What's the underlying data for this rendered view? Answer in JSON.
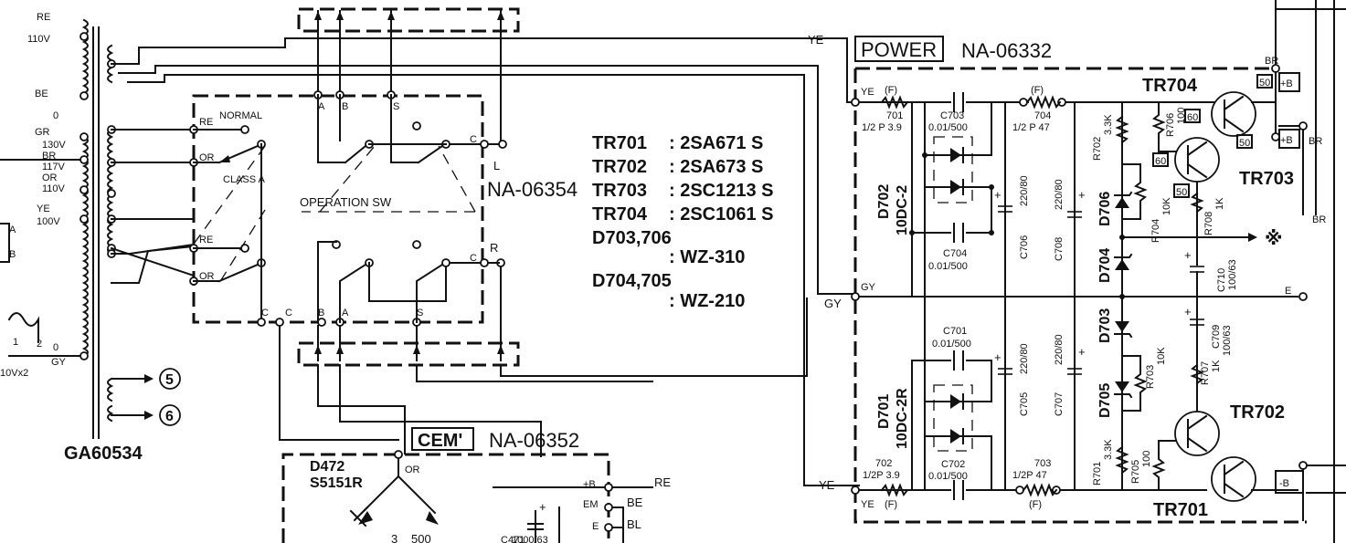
{
  "blocks": {
    "power_title": "POWER",
    "power_code": "NA-06332",
    "cem_title": "CEM'",
    "cem_code": "NA-06352",
    "switch_code": "NA-06354",
    "transformer_code": "GA60534"
  },
  "switch": {
    "normal": "NORMAL",
    "class_a": "CLASS A",
    "operation": "OPERATION SW",
    "channel_l": "L",
    "channel_r": "R",
    "pins": {
      "a": "A",
      "b": "B",
      "s": "S",
      "c": "C",
      "re": "RE",
      "or": "OR"
    }
  },
  "transformer_taps": {
    "re": "RE",
    "v110": "110V",
    "be": "BE",
    "zero": "0",
    "gr": "GR",
    "v130": "130V",
    "br": "BR",
    "v117": "117V",
    "or": "OR",
    "v110b": "110V",
    "ye": "YE",
    "v100": "100V",
    "a": "A",
    "b": "B",
    "one": "1",
    "two": "2",
    "zero2": "0",
    "gy": "GY",
    "v10x2": "10Vx2",
    "out5": "5",
    "out6": "6"
  },
  "parts_list": [
    {
      "name": "TR701",
      "value": ": 2SA671 S"
    },
    {
      "name": "TR702",
      "value": ": 2SA673 S"
    },
    {
      "name": "TR703",
      "value": ": 2SC1213 S"
    },
    {
      "name": "TR704",
      "value": ": 2SC1061 S"
    }
  ],
  "diode_list": [
    {
      "name": "D703,706",
      "value": ": WZ-310"
    },
    {
      "name": "D704,705",
      "value": ": WZ-210"
    }
  ],
  "wires": {
    "ye": "YE",
    "gy": "GY",
    "br": "BR",
    "e": "E",
    "pb": "+B",
    "mb": "-B",
    "f": "(F)",
    "re": "RE",
    "be": "BE",
    "bl": "BL",
    "em": "EM",
    "or": "OR",
    "asterisk": "※"
  },
  "power_components": {
    "r701": "701",
    "r701v": "1/2 P 3.9",
    "c703": "C703",
    "c703v": "0.01/500",
    "r704": "704",
    "r704v": "1/2 P 47",
    "d702": "D702",
    "d702t": "10DC-2",
    "c704": "C704",
    "c704v": "0.01/500",
    "c706": "C706",
    "c706v": "220/80",
    "c708": "C708",
    "c708v": "220/80",
    "r702": "R702",
    "r702v": "3.3K",
    "r706": "R706",
    "r706v": "100",
    "tr704": "TR704",
    "tr703": "TR703",
    "b50a": "50",
    "b60a": "60",
    "b50b": "50",
    "b60b": "60",
    "b50c": "50",
    "d706": "D706",
    "d704": "D704",
    "r7104": "R704",
    "r7104v": "10K",
    "r708": "R708",
    "r708v": "1K",
    "c710": "C710",
    "c710v": "100/63",
    "c701": "C701",
    "c701v": "0.01/500",
    "d701": "D701",
    "d701t": "10DC-2R",
    "c705": "C705",
    "c705v": "220/80",
    "c707": "C707",
    "c707v": "220/80",
    "d703": "D703",
    "d705": "D705",
    "r703": "R703",
    "r703v": "10K",
    "c709": "C709",
    "c709v": "100/63",
    "r707": "R707",
    "r707v": "1K",
    "tr702": "TR702",
    "tr701": "TR701",
    "r701b": "R701",
    "r701bv": "3.3K",
    "r705": "R705",
    "r705v": "100",
    "r702f": "702",
    "r702fv": "1/2P 3.9",
    "c702": "C702",
    "c702v": "0.01/500",
    "r703f": "703",
    "r703fv": "1/2P 47"
  },
  "cem_components": {
    "d472": "D472",
    "d472t": "S5151R",
    "c471": "C471",
    "c471v": "1000/63",
    "n3": "3",
    "n500": "500"
  }
}
